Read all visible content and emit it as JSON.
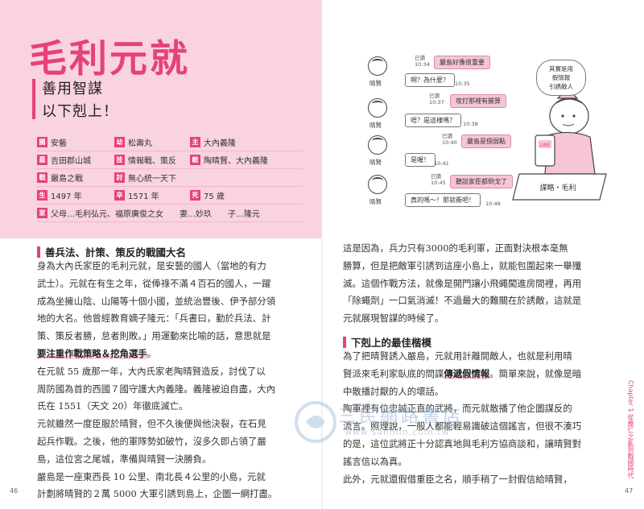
{
  "left_page": {
    "title": "毛利元就",
    "subtitle_line1": "善用智謀",
    "subtitle_line2": "以下剋上！",
    "profile": [
      [
        {
          "tag": "國",
          "text": "安藝"
        },
        {
          "tag": "幼",
          "text": "松壽丸"
        },
        {
          "tag": "主",
          "text": "大內義隆"
        }
      ],
      [
        {
          "tag": "墓",
          "text": "吉田郡山城"
        },
        {
          "tag": "技",
          "text": "情報戰、策反"
        },
        {
          "tag": "敵",
          "text": "陶晴賢、大內義隆"
        }
      ],
      [
        {
          "tag": "戰",
          "text": "嚴島之戰"
        },
        {
          "tag": "討",
          "text": "無心統一天下"
        }
      ],
      [
        {
          "tag": "生",
          "text": "1497 年"
        },
        {
          "tag": "卒",
          "text": "1571 年"
        },
        {
          "tag": "死",
          "text": "75 歲"
        }
      ],
      [
        {
          "tag": "家",
          "text": "父母…毛利弘元、福原廣俊之女　　妻…妙玖　　子…隆元"
        }
      ]
    ],
    "section_heading": "善兵法、計策、策反的戰國大名",
    "para1_lines": [
      "身為大內氏家臣的毛利元就，是安藝的國人（當地的有力",
      "武士）。元就在有生之年，從俸祿不滿４百石的國人，一躍",
      "成為坐擁山陰、山陽等十個小國，並統治豐後、伊予部分領",
      "地的大名。他曾經教育嫡子隆元：「兵書曰，勤於兵法、計",
      "策、策反者勝，怠者則敗。」用運動來比喻的話，意思就是"
    ],
    "para1_highlight": "要注重作戰策略＆挖角選手",
    "para1_end": "。",
    "para2_lines": [
      "在元就 55 歲那一年，大內氏家老陶晴賢造反，討伐了以",
      "周防國為首的西國７國守護大內義隆。義隆被迫自盡，大內",
      "氏在 1551（天文 20）年徹底滅亡。"
    ],
    "para3_lines": [
      "元就雖然一度臣服於晴賢，但不久後便與他決裂，在石見",
      "起兵作戰。之後，他的軍隊勢如破竹，沒多久即占領了嚴",
      "島，這位宮之尾城，準備與晴賢一決勝負。"
    ],
    "para4_lines": [
      "嚴島是一座東西長 10 公里、南北長４公里的小島，元就",
      "計劃將晴賢的２萬 5000 大軍引誘到島上，企圖一網打盡。"
    ],
    "page_number": "46"
  },
  "right_page": {
    "chat": {
      "messages": [
        {
          "sender": "元就",
          "text": "嚴島好像很重要",
          "read": "已讀",
          "time": "10:34",
          "pink": true
        },
        {
          "sender": "晴賢",
          "text": "啊？為什麼？",
          "time": "10:35",
          "pink": false
        },
        {
          "sender": "元就",
          "text": "攻打那裡有勝算",
          "read": "已讀",
          "time": "10:37",
          "pink": true
        },
        {
          "sender": "晴賢",
          "text": "唔？是這樣嗎？",
          "time": "10:38",
          "pink": false
        },
        {
          "sender": "元就",
          "text": "嚴島是個弱點",
          "read": "已讀",
          "time": "10:40",
          "pink": true
        },
        {
          "sender": "晴賢",
          "text": "是喔！",
          "time": "10:41",
          "pink": false
        },
        {
          "sender": "元就",
          "text": "聽說家臣都倒戈了",
          "read": "已讀",
          "time": "10:45",
          "pink": true
        },
        {
          "sender": "晴賢",
          "text": "真的嗎～！那就衝吧！",
          "time": "10:48",
          "pink": false
        }
      ],
      "avatar_names": [
        "晴賢",
        "晴賢",
        "晴賢",
        "晴賢"
      ],
      "note_lines": [
        "其實是用",
        "假情報",
        "引誘敵人"
      ],
      "phone_label": "LINE",
      "desk_sign": "謀略・毛利"
    },
    "para1_lines": [
      "這是因為，兵力只有3000的毛利軍，正面對決根本毫無",
      "勝算，但是把敵軍引誘到這座小島上，就能包圍起來一舉殲",
      "滅。這個作戰方法，就像是開門讓小飛蠅闖進房間裡，再用",
      "「除蠅劑」一口氣消滅！不過最大的難關在於誘敵，這就是",
      "元就展現智謀的時候了。"
    ],
    "section_heading": "下剋上的最佳楷模",
    "para2_lines": [
      "為了把晴賢誘入嚴島，元就用計離間敵人，也就是利用晴",
      "賢派來毛利家臥底的問諜"
    ],
    "para2_highlight": "傳遞假情報",
    "para2_rest": "。簡單來說，就像是暗",
    "para2_last": "中散播討厭的人的壞話。",
    "para3_lines": [
      "陶軍裡有位忠誠正直的武將，而元就散播了他企圖謀反的",
      "流言。照理說，一般人都能輕易識破這個謠言，但很不湊巧",
      "的是，這位武將正十分認真地與毛利方協商談和，讓晴賢對",
      "謠言信以為真。"
    ],
    "para4_lines": [
      "此外，元就還假借重臣之名，順手稍了一封假信給晴賢，"
    ],
    "chapter_tab": "Chapter 1 從應仁之亂到戰國時代",
    "page_number": "47"
  },
  "watermark": {
    "text": "三民網路書店",
    "url": "www.sanmin.com.tw"
  },
  "colors": {
    "accent": "#e6417a",
    "panel": "#f9d3df"
  }
}
